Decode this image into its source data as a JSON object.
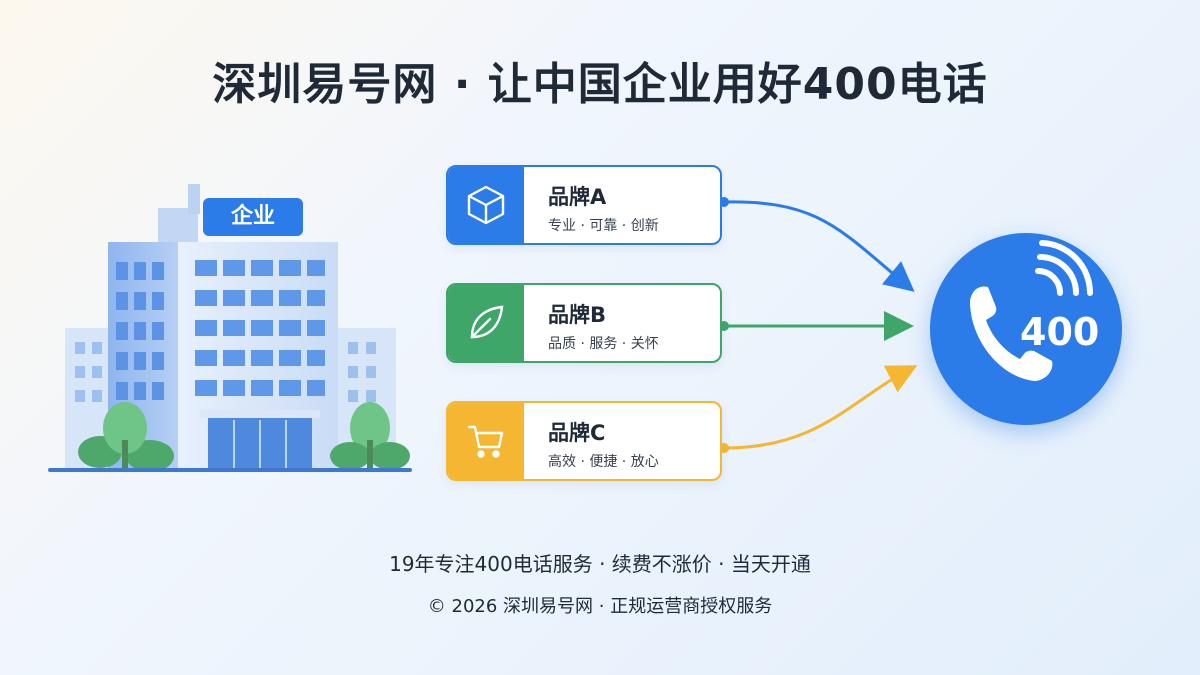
{
  "title": "深圳易号网 · 让中国企业用好400电话",
  "building": {
    "sign": "企业",
    "icon": "office-building-icon"
  },
  "brands": [
    {
      "name": "品牌A",
      "tags": "专业 · 可靠 · 创新",
      "icon": "cube-icon",
      "color": "#2b7ce9"
    },
    {
      "name": "品牌B",
      "tags": "品质 · 服务 · 关怀",
      "icon": "leaf-icon",
      "color": "#3fa66a"
    },
    {
      "name": "品牌C",
      "tags": "高效 · 便捷 · 放心",
      "icon": "shopping-cart-icon",
      "color": "#f5b731"
    }
  ],
  "phone": {
    "number": "400",
    "icon": "phone-icon",
    "color": "#2b7ce9"
  },
  "footer": {
    "features": "19年专注400电话服务 · 续费不涨价 · 当天开通",
    "copyright": "© 2026 深圳易号网 · 正规运营商授权服务"
  }
}
